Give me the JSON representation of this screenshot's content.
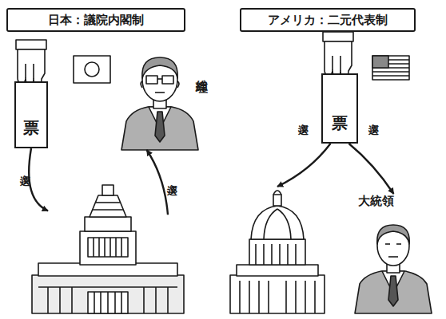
{
  "diagram": {
    "nodes": [
      {
        "text": [
          "日本：議院内閣制"
        ]
      },
      {
        "text": [
          "アメリカ：二元代表制"
        ]
      },
      {
        "text": [
          "票"
        ]
      },
      {
        "text": [
          "総理"
        ]
      },
      {
        "text": []
      },
      {
        "text": [
          "票"
        ]
      },
      {
        "text": []
      },
      {
        "text": [
          "大統領"
        ]
      }
    ],
    "edges": [
      {
        "from": 2,
        "to": 4,
        "label": "選ぶ",
        "arrow": "to"
      },
      {
        "from": 4,
        "to": 3,
        "label": "選ぶ",
        "arrow": "to"
      },
      {
        "from": 5,
        "to": 6,
        "label": "選ぶ",
        "arrow": "to"
      },
      {
        "from": 5,
        "to": 7,
        "label": "選ぶ",
        "arrow": "to"
      }
    ]
  }
}
